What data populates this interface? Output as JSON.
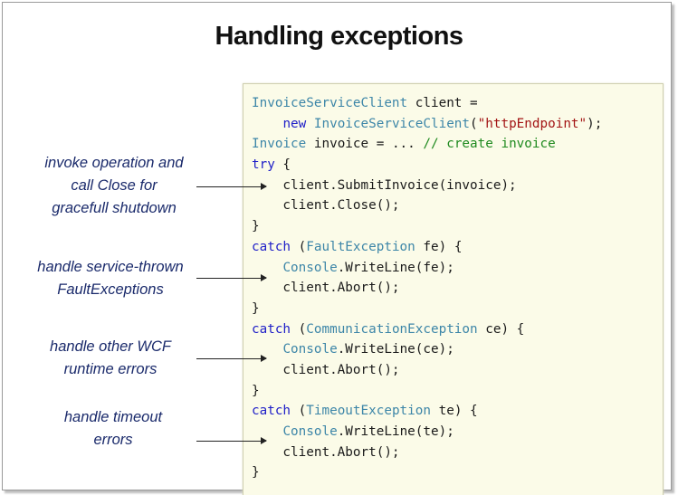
{
  "slide": {
    "title": "Handling exceptions"
  },
  "annotations": [
    {
      "text": "invoke operation and\ncall Close for\ngracefull shutdown"
    },
    {
      "text": "handle service-thrown\nFaultExceptions"
    },
    {
      "text": "handle other WCF\nruntime errors"
    },
    {
      "text": "handle timeout\nerrors"
    }
  ],
  "code": {
    "lines": [
      [
        {
          "t": "InvoiceServiceClient",
          "c": "ty"
        },
        {
          "t": " client ="
        }
      ],
      [
        {
          "t": "    "
        },
        {
          "t": "new",
          "c": "kw"
        },
        {
          "t": " "
        },
        {
          "t": "InvoiceServiceClient",
          "c": "ty"
        },
        {
          "t": "("
        },
        {
          "t": "\"httpEndpoint\"",
          "c": "st"
        },
        {
          "t": ");"
        }
      ],
      [
        {
          "t": "Invoice",
          "c": "ty"
        },
        {
          "t": " invoice = ... "
        },
        {
          "t": "// create invoice",
          "c": "cm"
        }
      ],
      [
        {
          "t": "try",
          "c": "kw"
        },
        {
          "t": " {"
        }
      ],
      [
        {
          "t": "    client.SubmitInvoice(invoice);"
        }
      ],
      [
        {
          "t": "    client.Close();"
        }
      ],
      [
        {
          "t": "}"
        }
      ],
      [
        {
          "t": "catch",
          "c": "kw"
        },
        {
          "t": " ("
        },
        {
          "t": "FaultException",
          "c": "ty"
        },
        {
          "t": " fe) {"
        }
      ],
      [
        {
          "t": "    "
        },
        {
          "t": "Console",
          "c": "ty"
        },
        {
          "t": ".WriteLine(fe);"
        }
      ],
      [
        {
          "t": "    client.Abort();"
        }
      ],
      [
        {
          "t": "}"
        }
      ],
      [
        {
          "t": "catch",
          "c": "kw"
        },
        {
          "t": " ("
        },
        {
          "t": "CommunicationException",
          "c": "ty"
        },
        {
          "t": " ce) {"
        }
      ],
      [
        {
          "t": "    "
        },
        {
          "t": "Console",
          "c": "ty"
        },
        {
          "t": ".WriteLine(ce);"
        }
      ],
      [
        {
          "t": "    client.Abort();"
        }
      ],
      [
        {
          "t": "}"
        }
      ],
      [
        {
          "t": "catch",
          "c": "kw"
        },
        {
          "t": " ("
        },
        {
          "t": "TimeoutException",
          "c": "ty"
        },
        {
          "t": " te) {"
        }
      ],
      [
        {
          "t": "    "
        },
        {
          "t": "Console",
          "c": "ty"
        },
        {
          "t": ".WriteLine(te);"
        }
      ],
      [
        {
          "t": "    client.Abort();"
        }
      ],
      [
        {
          "t": "}"
        }
      ]
    ]
  },
  "colors": {
    "keyword": "#2020c8",
    "type": "#3d86a8",
    "string": "#a31515",
    "comment": "#1f8a1f",
    "annotation": "#1a2a6b",
    "code_background": "#fbfbe8"
  }
}
